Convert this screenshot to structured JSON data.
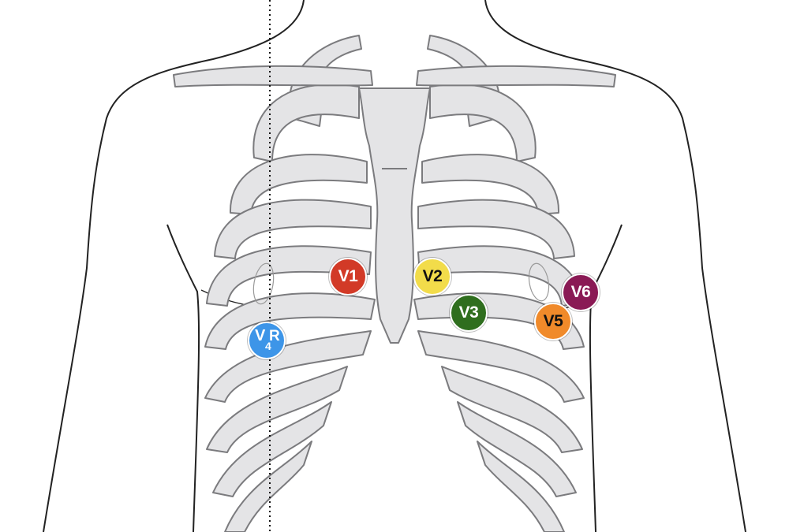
{
  "colors": {
    "bone_fill": "#e4e4e6",
    "bone_stroke": "#7b7b7e",
    "outline": "#222222",
    "v1": "#d23a27",
    "v2": "#f2dc4a",
    "v3": "#2f6e1e",
    "v4r": "#3d95e8",
    "v5": "#f08a2a",
    "v6": "#8a1a55"
  },
  "leads": {
    "v1": "V1",
    "v2": "V2",
    "v3": "V3",
    "v5": "V5",
    "v6": "V6",
    "v4r_letter": "V",
    "v4r_sub": "4",
    "v4r_suffix": "R"
  }
}
